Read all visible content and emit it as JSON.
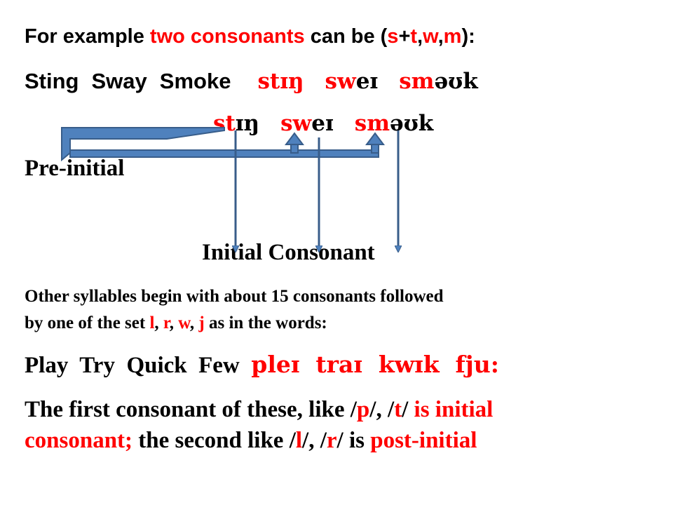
{
  "colors": {
    "accent": "#ff0000",
    "text": "#000000",
    "arrow_fill": "#4f81bd",
    "arrow_stroke": "#385d8a"
  },
  "line1": {
    "a": "For example ",
    "b": "two consonants",
    "c": " can be (",
    "d": "s",
    "e": "+",
    "f": "t",
    "g": ",",
    "h": "w",
    "i": ",",
    "j": "m",
    "k": "):"
  },
  "line2": {
    "w1": "Sting",
    "w2": "Sway",
    "w3": "Smoke",
    "p1": "stɪŋ",
    "p2a": "sw",
    "p2b": "eɪ",
    "p3a": "sm",
    "p3b": "əʊ",
    "p3c": "k"
  },
  "line3": {
    "p1a": "st",
    "p1b": "ɪŋ",
    "p2a": "sw",
    "p2b": "eɪ",
    "p3a": "sm",
    "p3b": "əʊ",
    "p3c": "k"
  },
  "line4": {
    "text": "Pre-initial"
  },
  "line5": {
    "text": "Initial Consonant"
  },
  "line6": {
    "a": "Other syllables begin with about 15 consonants followed",
    "b": "by one of the set ",
    "c": "l",
    "d": ", ",
    "e": "r",
    "f": ", ",
    "g": "w",
    "h": ", ",
    "i": "j",
    "k": " as in the words:"
  },
  "line7": {
    "a": "Play  Try  Quick  Few  ",
    "b": "pleɪ  traɪ  kwɪk  fju:"
  },
  "line8": {
    "a": "The first consonant of these, like /",
    "b": "p",
    "c": "/, /",
    "d": "t",
    "e": "/ ",
    "f": "is initial",
    "g": "consonant;",
    "h": " the second like /",
    "i": "l",
    "j": "/, /",
    "k": "r",
    "l": "/ is ",
    "m": "post-initial"
  }
}
